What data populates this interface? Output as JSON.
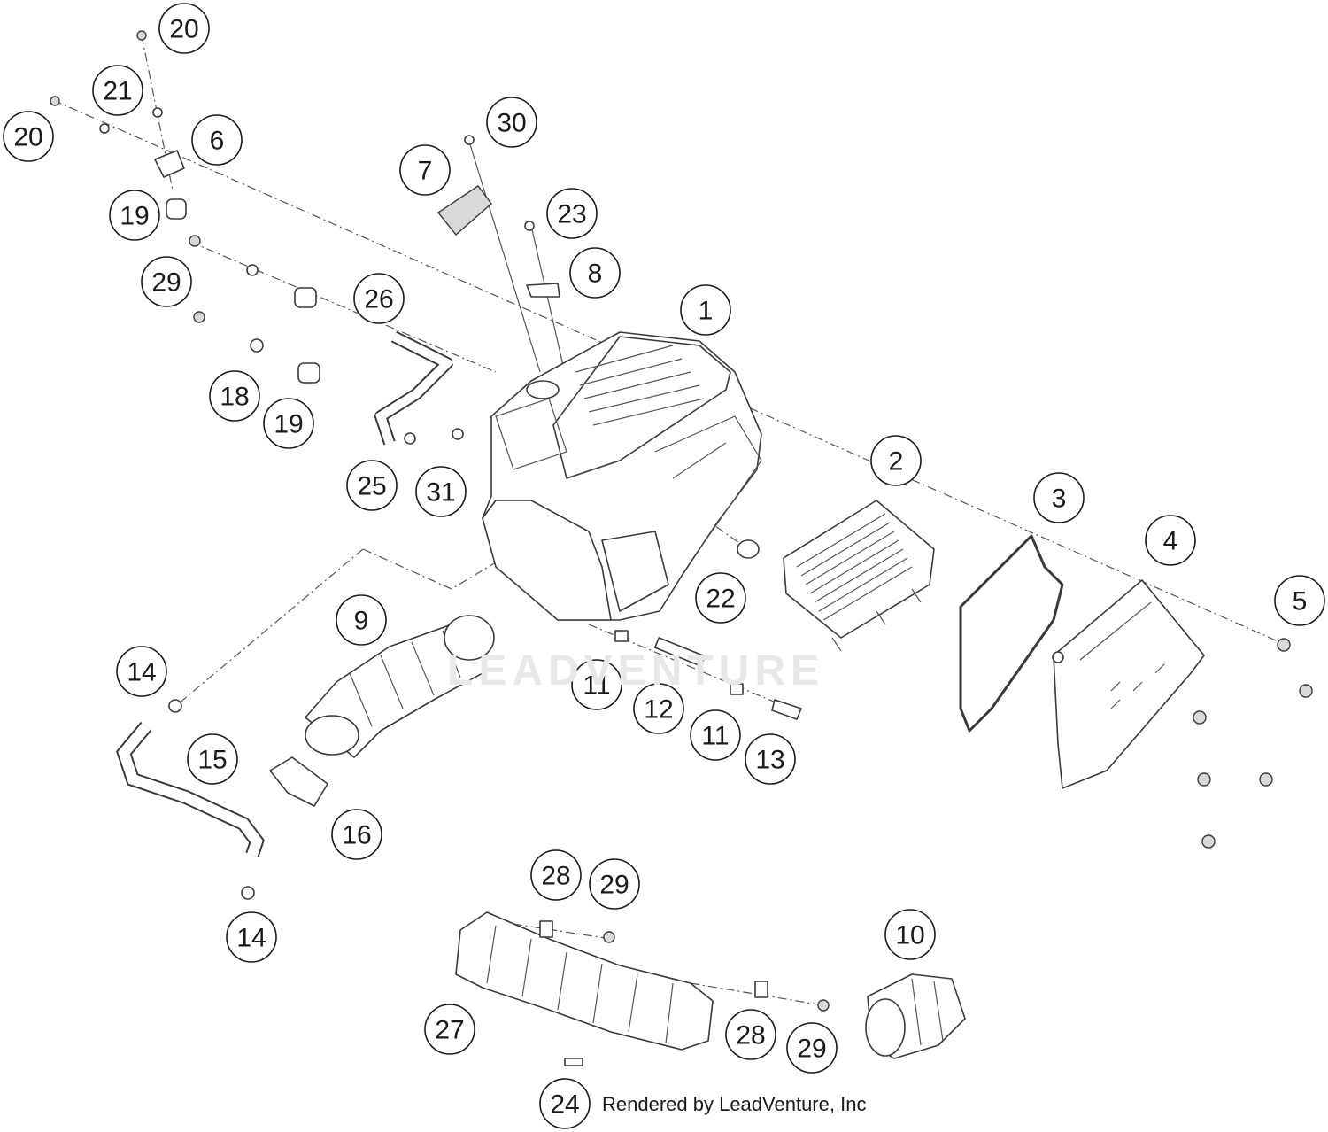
{
  "callouts": [
    {
      "label": "1"
    },
    {
      "label": "2"
    },
    {
      "label": "3"
    },
    {
      "label": "4"
    },
    {
      "label": "5"
    },
    {
      "label": "6"
    },
    {
      "label": "7"
    },
    {
      "label": "8"
    },
    {
      "label": "9"
    },
    {
      "label": "10"
    },
    {
      "label": "11"
    },
    {
      "label": "11"
    },
    {
      "label": "12"
    },
    {
      "label": "13"
    },
    {
      "label": "14"
    },
    {
      "label": "14"
    },
    {
      "label": "15"
    },
    {
      "label": "16"
    },
    {
      "label": "18"
    },
    {
      "label": "19"
    },
    {
      "label": "19"
    },
    {
      "label": "20"
    },
    {
      "label": "20"
    },
    {
      "label": "21"
    },
    {
      "label": "22"
    },
    {
      "label": "23"
    },
    {
      "label": "24"
    },
    {
      "label": "25"
    },
    {
      "label": "26"
    },
    {
      "label": "27"
    },
    {
      "label": "28"
    },
    {
      "label": "28"
    },
    {
      "label": "29"
    },
    {
      "label": "29"
    },
    {
      "label": "29"
    },
    {
      "label": "30"
    },
    {
      "label": "31"
    }
  ],
  "watermark": "LEADVENTURE",
  "credit": "Rendered by LeadVenture, Inc"
}
